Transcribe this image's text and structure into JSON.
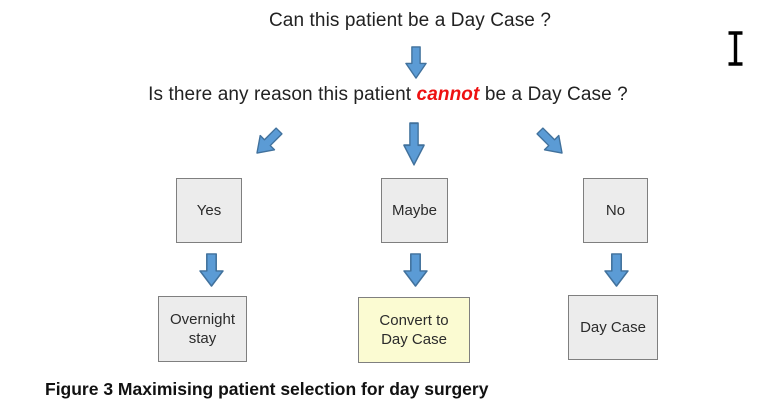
{
  "figure": {
    "primary_question": "Can this patient be a Day Case ?",
    "secondary_question": {
      "prefix": "Is there any reason this patient ",
      "emphasis": "cannot",
      "suffix": " be a Day Case ?"
    },
    "caption": "Figure 3 Maximising patient selection for day surgery"
  },
  "flow": {
    "columns": [
      {
        "answer": "Yes",
        "outcome": "Overnight stay",
        "outcome_lines": [
          "Overnight",
          "stay"
        ]
      },
      {
        "answer": "Maybe",
        "outcome": "Convert to Day Case",
        "outcome_lines": [
          "Convert to",
          "Day Case"
        ]
      },
      {
        "answer": "No",
        "outcome": "Day Case",
        "outcome_lines": [
          "Day Case",
          ""
        ]
      }
    ]
  },
  "icons": {
    "arrows": "block-down-arrow-icon",
    "cursor": "text-ibeam-cursor"
  },
  "colors": {
    "arrow_fill": "#5B9BD5",
    "arrow_stroke": "#41719C",
    "box_fill": "#ececec",
    "box_border": "#7f7f7f",
    "highlight_box_fill": "#fbfbd2",
    "emphasis_red": "#ee1111"
  }
}
